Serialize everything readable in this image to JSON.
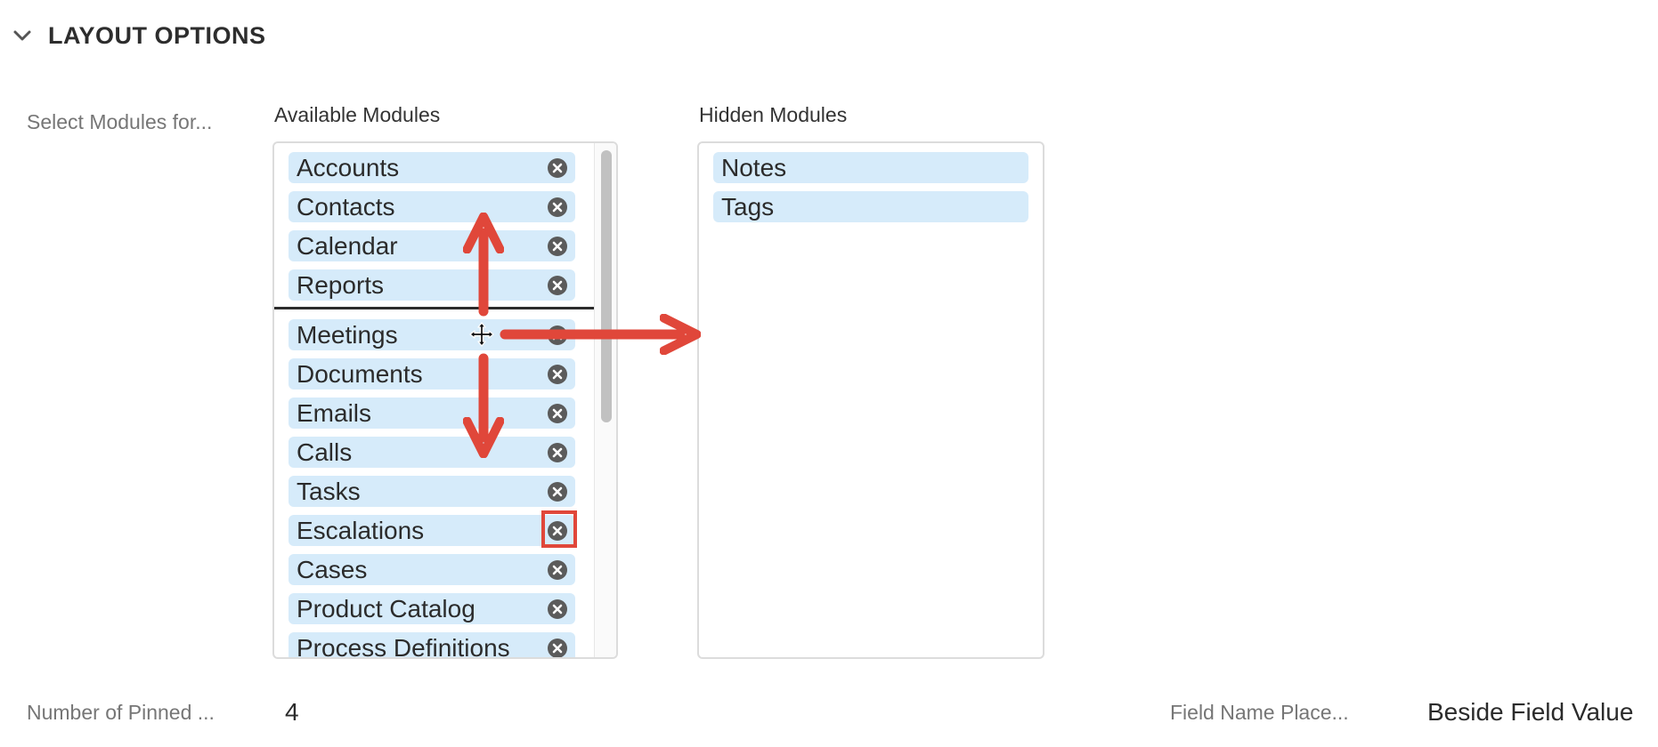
{
  "section": {
    "title": "LAYOUT OPTIONS",
    "expand_icon": "chevron-down-icon"
  },
  "modules_field": {
    "label": "Select Modules for...",
    "available_label": "Available Modules",
    "hidden_label": "Hidden Modules",
    "available_items": [
      {
        "label": "Accounts"
      },
      {
        "label": "Contacts"
      },
      {
        "label": "Calendar"
      },
      {
        "label": "Reports"
      },
      {
        "label": "Meetings"
      },
      {
        "label": "Documents"
      },
      {
        "label": "Emails"
      },
      {
        "label": "Calls"
      },
      {
        "label": "Tasks"
      },
      {
        "label": "Escalations"
      },
      {
        "label": "Cases"
      },
      {
        "label": "Product Catalog"
      },
      {
        "label": "Process Definitions"
      }
    ],
    "hidden_items": [
      {
        "label": "Notes"
      },
      {
        "label": "Tags"
      }
    ],
    "remove_icon": "close-circle-icon",
    "drag_cursor": "move-cursor-icon",
    "annotation_color": "#e0473a"
  },
  "pinned_field": {
    "label": "Number of Pinned ...",
    "value": "4"
  },
  "placement_field": {
    "label": "Field Name Place...",
    "value": "Beside Field Value"
  },
  "colors": {
    "pill": "#d6ebfa",
    "remove_icon": "#5b5b5b",
    "divider": "#2c2c2c"
  }
}
